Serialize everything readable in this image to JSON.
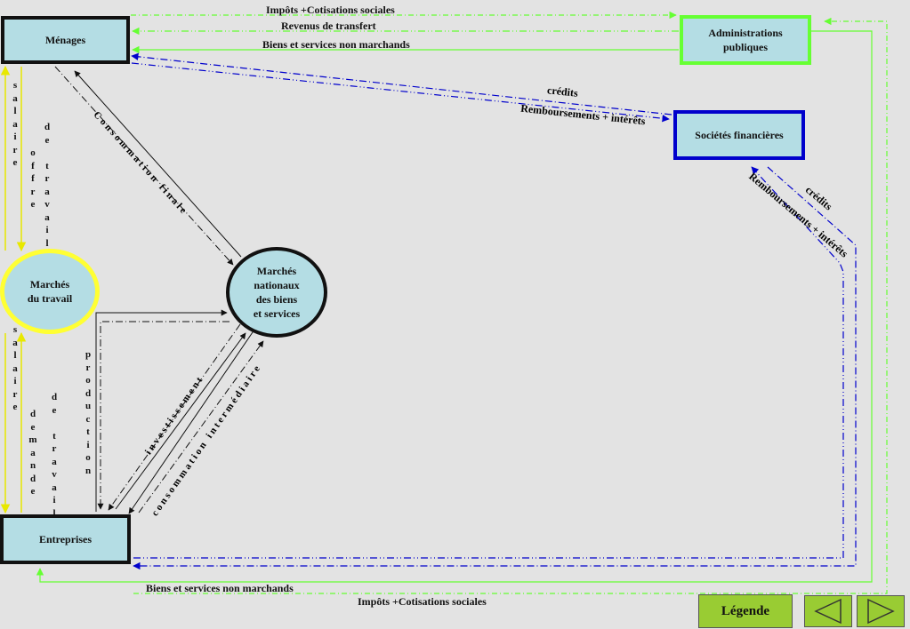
{
  "boxes": {
    "menages": "Ménages",
    "admin": "Administrations\npubliques",
    "societes": "Sociétés financières",
    "entreprises": "Entreprises",
    "marches_travail": "Marchés\ndu travail",
    "marches_nationaux": "Marchés\nnationaux\ndes biens\net services"
  },
  "labels": {
    "impots_top": "Impôts +Cotisations sociales",
    "revenus_transfert": "Revenus de transfert",
    "biens_top": "Biens et services non marchands",
    "credits_1": "crédits",
    "remboursements_1": "Remboursements + intérêts",
    "credits_2": "crédits",
    "remboursements_2": "Remboursements + intérêts",
    "biens_bottom": "Biens et services non marchands",
    "impots_bottom": "Impôts +Cotisations sociales",
    "salaire_top": "s\na\nl\na\ni\nr\ne",
    "offre": "o\nf\nf\nr\ne",
    "de_travail_top": "d\ne\n\nt\nr\na\nv\na\ni\nl",
    "salaire_bottom": "s\na\nl\na\ni\nr\ne",
    "demande": "d\ne\nm\na\nn\nd\ne",
    "de_travail_bottom": "d\ne\n\nt\nr\na\nv\na\ni\nl",
    "production": "p\nr\no\nd\nu\nc\nt\ni\no\nn",
    "consommation_finale": "C o n s o m m a t i o n   f i n a l e",
    "investissement": "i n v e s t i s s e m e n t",
    "consommation_intermediaire": "c o n s o m m a t i o n   i n t e r m é d i a i r e"
  },
  "buttons": {
    "legende": "Légende"
  },
  "colors": {
    "green": "#66ff33",
    "blue": "#0000cc",
    "yellow": "#ffff33",
    "box_fill": "#b4dde4"
  }
}
